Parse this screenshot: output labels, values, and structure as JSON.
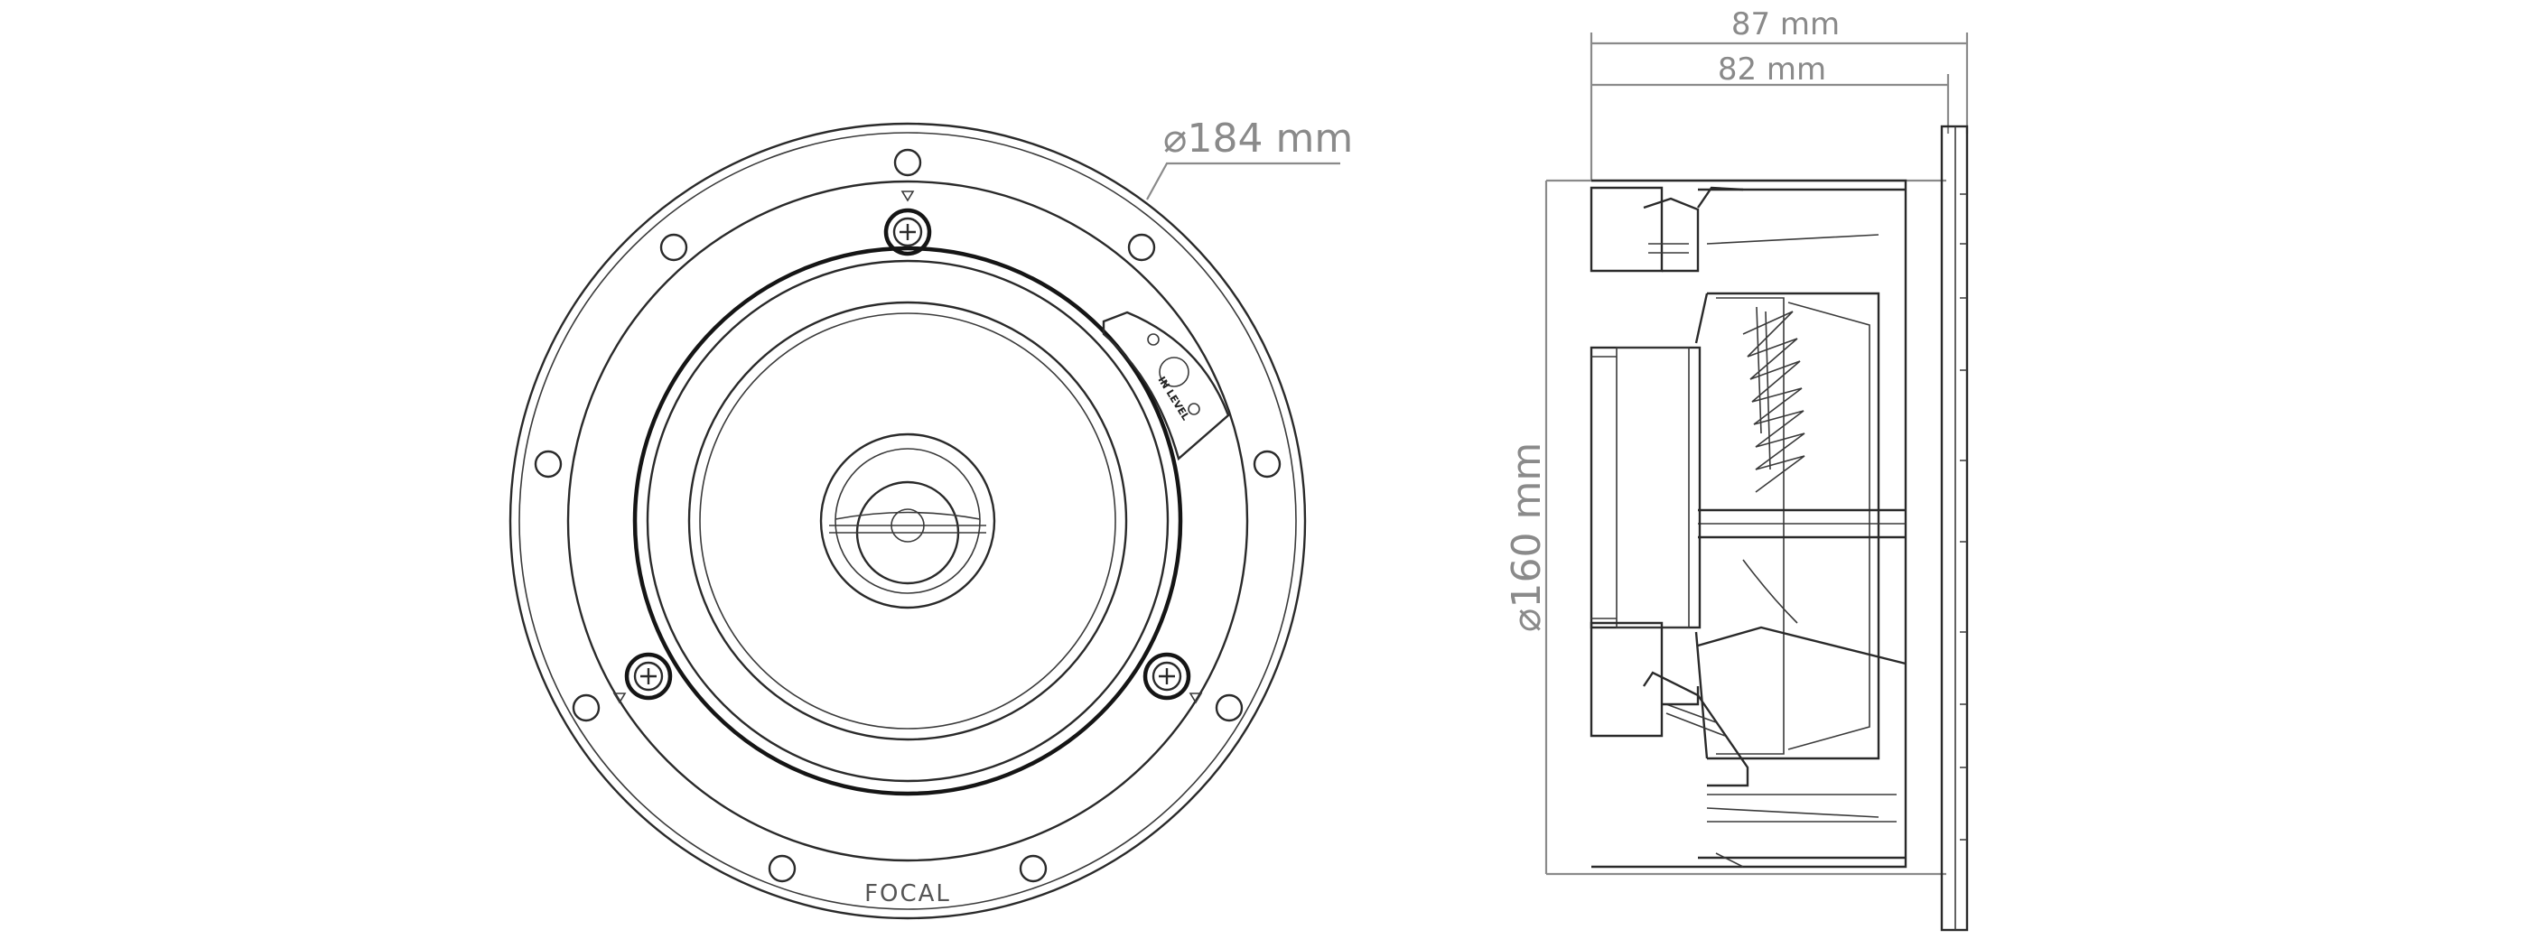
{
  "front_view": {
    "diameter_label": "⌀184 mm",
    "logo": "FOCAL",
    "level_badge": "IN LEVEL"
  },
  "side_view": {
    "depth_total_label": "87 mm",
    "depth_mounting_label": "82 mm",
    "cutout_diameter_label": "⌀160 mm"
  },
  "colors": {
    "line": "#2a2a2a",
    "dimension": "#8a8a8a",
    "background": "#ffffff"
  }
}
